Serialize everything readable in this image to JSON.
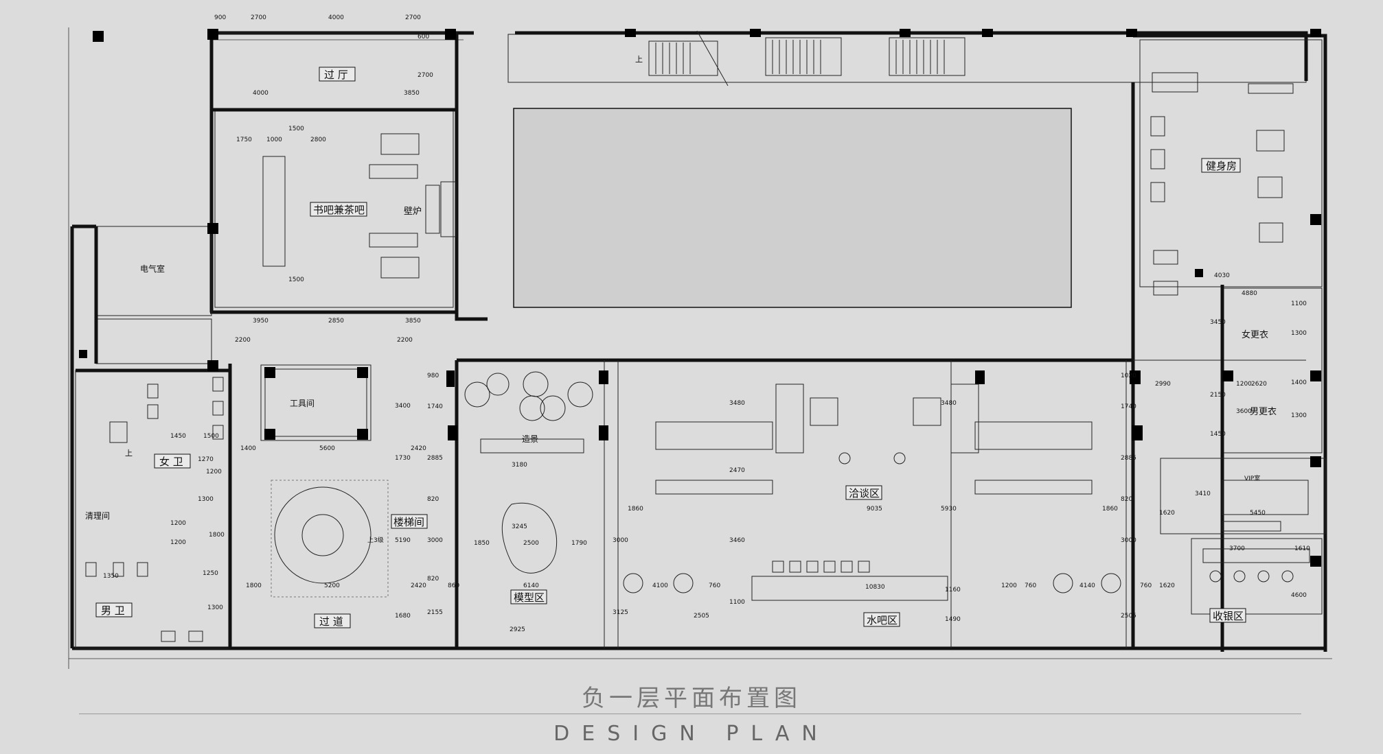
{
  "plan": {
    "rooms": {
      "lobby": "过 厅",
      "book_bar": "书吧兼茶吧",
      "fireplace": "壁炉",
      "electrical": "电气室",
      "tool_room": "工具间",
      "women_wc": "女 卫",
      "cleaning": "清理间",
      "men_wc": "男 卫",
      "stairwell": "楼梯间",
      "passage": "过 道",
      "landscape": "造景",
      "model_area": "模型区",
      "negotiation": "洽谈区",
      "water_bar": "水吧区",
      "gym": "健身房",
      "women_locker": "女更衣",
      "men_locker": "男更衣",
      "vip_room": "VIP室",
      "cashier": "收银区"
    },
    "up_markers": [
      "上",
      "上",
      "上3级"
    ],
    "dimensions": {
      "top": [
        "900",
        "2700",
        "4000",
        "2700",
        "600",
        "2700"
      ],
      "lobby": [
        "4000",
        "3850"
      ],
      "book_bar": [
        "1750",
        "1000",
        "2800",
        "1500",
        "1500"
      ],
      "book_bottom": [
        "3950",
        "2850",
        "3850"
      ],
      "mid_left": [
        "2200",
        "2200",
        "3400",
        "1400",
        "5600",
        "2420",
        "1450",
        "1500"
      ],
      "wc": [
        "1270",
        "1200",
        "1300",
        "1200",
        "1200",
        "1800",
        "1250",
        "1350",
        "1300"
      ],
      "stair": [
        "1730",
        "3000",
        "5190",
        "820",
        "1800",
        "5200",
        "2420",
        "1680",
        "2155"
      ],
      "model": [
        "980",
        "1740",
        "2885",
        "3180",
        "3245",
        "1850",
        "2500",
        "1790",
        "6140",
        "2925",
        "820",
        "860"
      ],
      "negotiation": [
        "3480",
        "3480",
        "2470",
        "9035",
        "5930",
        "1860",
        "1860",
        "3000",
        "3460"
      ],
      "water_bar": [
        "10830",
        "4100",
        "4140",
        "1200",
        "1160",
        "1490",
        "760",
        "760",
        "2505",
        "2505",
        "3125",
        "1100"
      ],
      "right": [
        "1020",
        "1740",
        "2885",
        "3000",
        "1620",
        "1620",
        "820",
        "760"
      ],
      "gym": [
        "4030",
        "4880",
        "3450",
        "2990",
        "2150",
        "1450",
        "1200",
        "3600",
        "2620",
        "1300",
        "1300",
        "1100",
        "1400"
      ],
      "vip": [
        "3410",
        "5450",
        "3700",
        "1610",
        "4600"
      ]
    }
  },
  "caption": {
    "title": "负一层平面布置图",
    "subtitle": "DESIGN PLAN"
  }
}
